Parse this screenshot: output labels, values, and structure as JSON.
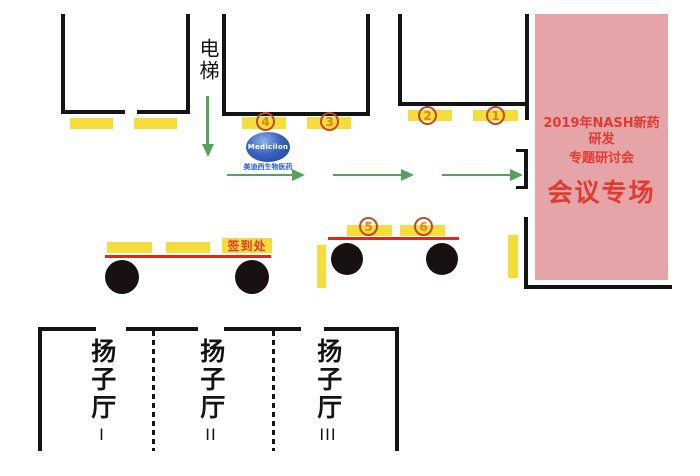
{
  "elevator_label": "电梯",
  "signin_label": "签到处",
  "conference": {
    "line1": "2019年NASH新药研发",
    "line2": "专题研讨会",
    "line3": "会议专场"
  },
  "logo": {
    "name": "Medicilon",
    "caption": "美迪西生物医药"
  },
  "markers": {
    "b1": "1",
    "b2": "2",
    "b3": "3",
    "b4": "4",
    "b5": "5",
    "b6": "6"
  },
  "halls": [
    {
      "name": "扬子厅",
      "numeral": "I"
    },
    {
      "name": "扬子厅",
      "numeral": "II"
    },
    {
      "name": "扬子厅",
      "numeral": "III"
    }
  ],
  "colors": {
    "wall": "#141414",
    "booth-yellow": "#f6dd3e",
    "red-line": "#e0261d",
    "conference-pink": "#e5a4a8",
    "conference-red": "#e23a30",
    "marker-ring": "#c04a28",
    "marker-digit": "#e6820e",
    "arrow-green": "#56a15c",
    "table-black": "#171111",
    "logo-blue": "#1c3f96",
    "logo-caption-blue": "#2b5bd7"
  }
}
